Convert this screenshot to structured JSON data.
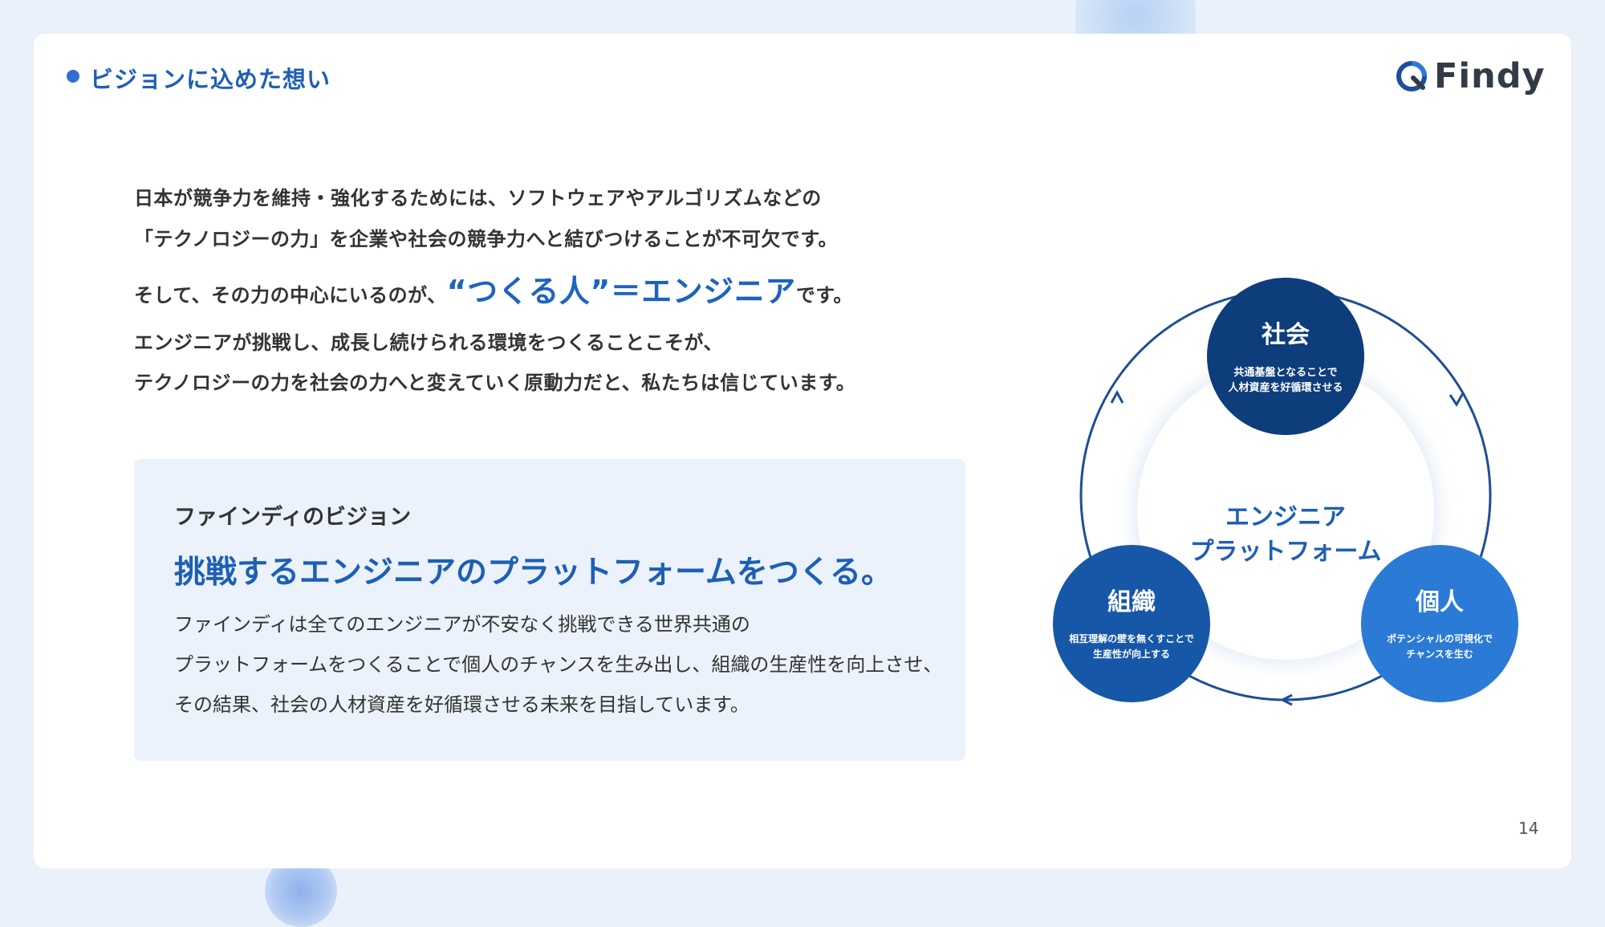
{
  "header": {
    "title": "ビジョンに込めた想い"
  },
  "logo": {
    "text": "Findy"
  },
  "intro": {
    "line1": "日本が競争力を維持・強化するためには、ソフトウェアやアルゴリズムなどの",
    "line2": "「テクノロジーの力」を企業や社会の競争力へと結びつけることが不可欠です。",
    "line3_prefix": "そして、その力の中心にいるのが、",
    "line3_emphasis": "“つくる人”＝エンジニア",
    "line3_suffix": "です。",
    "line4": "エンジニアが挑戦し、成長し続けられる環境をつくることこそが、",
    "line5": "テクノロジーの力を社会の力へと変えていく原動力だと、私たちは信じています。"
  },
  "vision": {
    "label": "ファインディのビジョン",
    "statement": "挑戦するエンジニアのプラットフォームをつくる。",
    "body1": "ファインディは全てのエンジニアが不安なく挑戦できる世界共通の",
    "body2": "プラットフォームをつくることで個人のチャンスを生み出し、組織の生産性を向上させ、",
    "body3": "その結果、社会の人材資産を好循環させる未来を目指しています。"
  },
  "diagram": {
    "center_line1": "エンジニア",
    "center_line2": "プラットフォーム",
    "society": {
      "title": "社会",
      "desc1": "共通基盤となることで",
      "desc2": "人材資産を好循環させる",
      "color": "#0d3d7a"
    },
    "organization": {
      "title": "組織",
      "desc1": "相互理解の壁を無くすことで",
      "desc2": "生産性が向上する",
      "color": "#1657a8"
    },
    "individual": {
      "title": "個人",
      "desc1": "ポテンシャルの可視化で",
      "desc2": "チャンスを生む",
      "color": "#2a7ad6"
    }
  },
  "page": {
    "number": "14"
  }
}
